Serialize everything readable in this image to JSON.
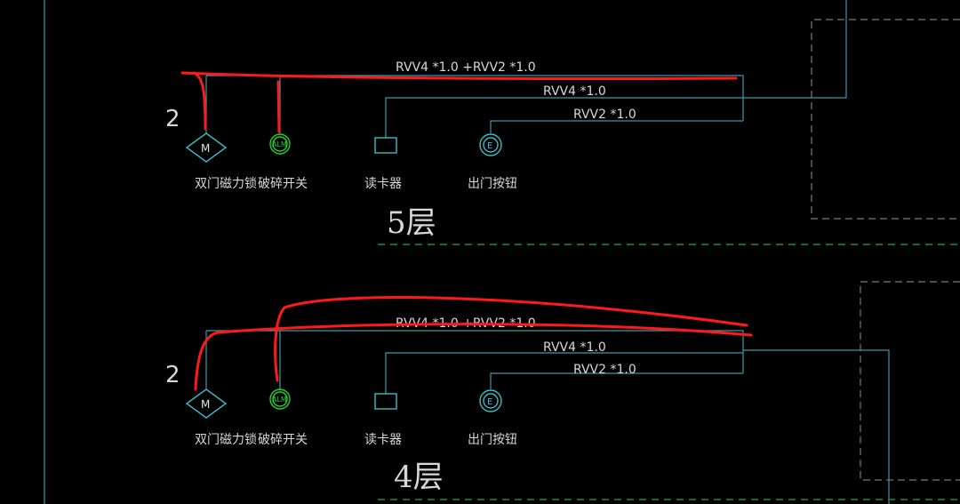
{
  "floors": [
    {
      "floor_label": "5层",
      "row_number": "2",
      "cable_main": "RVV4 *1.0 +RVV2 *1.0",
      "cable_reader": "RVV4 *1.0",
      "cable_button": "RVV2 *1.0",
      "devices": [
        {
          "name": "双门磁力锁",
          "symbol": "M",
          "icon": "diamond-lock-icon"
        },
        {
          "name": "破碎开关",
          "symbol": "ALM",
          "icon": "break-glass-alarm-icon"
        },
        {
          "name": "读卡器",
          "symbol": "",
          "icon": "card-reader-icon"
        },
        {
          "name": "出门按钮",
          "symbol": "E",
          "icon": "exit-button-icon"
        }
      ]
    },
    {
      "floor_label": "4层",
      "row_number": "2",
      "cable_main": "RVV4 *1.0 +RVV2 *1.0",
      "cable_reader": "RVV4 *1.0",
      "cable_button": "RVV2 *1.0",
      "devices": [
        {
          "name": "双门磁力锁",
          "symbol": "M",
          "icon": "diamond-lock-icon"
        },
        {
          "name": "破碎开关",
          "symbol": "ALM",
          "icon": "break-glass-alarm-icon"
        },
        {
          "name": "读卡器",
          "symbol": "",
          "icon": "card-reader-icon"
        },
        {
          "name": "出门按钮",
          "symbol": "E",
          "icon": "exit-button-icon"
        }
      ]
    }
  ],
  "colors": {
    "background": "#000000",
    "wire": "#3a9aa8",
    "device_teal": "#3fb9c4",
    "alarm_green": "#1fd12c",
    "floor_divider": "#1c8f2c",
    "markup_red": "#ff1a1a",
    "text": "#d8d8d8"
  }
}
